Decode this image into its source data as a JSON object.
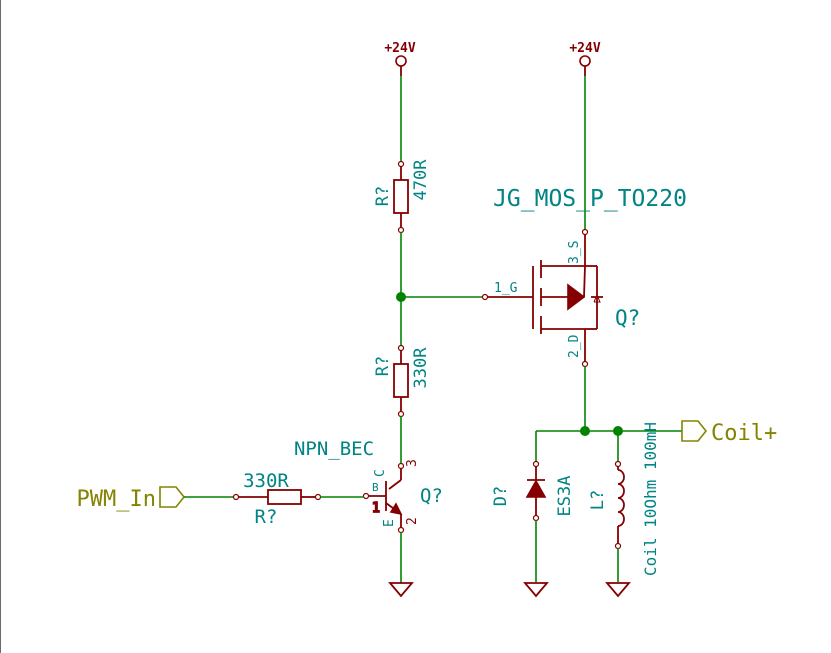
{
  "power": {
    "left_rail": "+24V",
    "right_rail": "+24V"
  },
  "resistors": {
    "r_top": {
      "ref": "R?",
      "value": "470R"
    },
    "r_mid": {
      "ref": "R?",
      "value": "330R"
    },
    "r_base": {
      "ref": "R?",
      "value": "330R"
    }
  },
  "mosfet": {
    "ref": "Q?",
    "value": "JG_MOS_P_TO220",
    "pin_gate": "1_G",
    "pin_source": "3_S",
    "pin_drain": "2_D"
  },
  "transistor": {
    "ref": "Q?",
    "value": "NPN_BEC",
    "pin_b": "B",
    "pin_c": "C",
    "pin_e": "E",
    "pin_1": "1",
    "pin_2": "2",
    "pin_3": "3"
  },
  "diode": {
    "ref": "D?",
    "value": "ES3A"
  },
  "inductor": {
    "ref": "L?",
    "value": "Coil 10Ohm 100mH"
  },
  "labels": {
    "pwm_in": "PWM_In",
    "coil_plus": "Coil+"
  },
  "colors": {
    "wire": "#008400",
    "component": "#840000",
    "text": "#008484",
    "label": "#848400"
  }
}
